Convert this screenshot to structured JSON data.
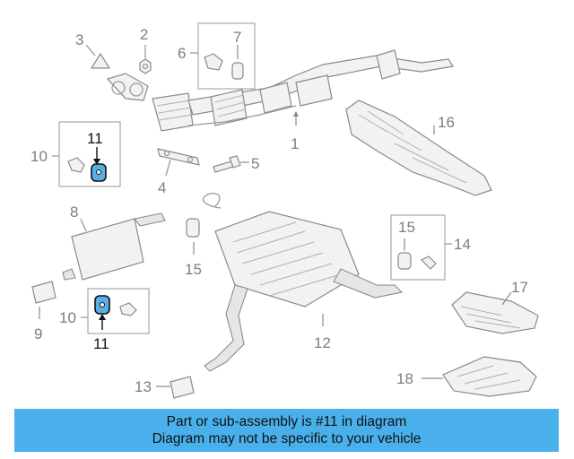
{
  "callouts": {
    "c1": "1",
    "c2": "2",
    "c3": "3",
    "c4": "4",
    "c5": "5",
    "c6": "6",
    "c7": "7",
    "c8": "8",
    "c9": "9",
    "c10a": "10",
    "c10b": "10",
    "c11a": "11",
    "c11b": "11",
    "c12": "12",
    "c13": "13",
    "c14": "14",
    "c15a": "15",
    "c15b": "15",
    "c16": "16",
    "c17": "17",
    "c18": "18"
  },
  "banner": {
    "line1": "Part or sub-assembly is #11 in diagram",
    "line2": "Diagram may not be specific to your vehicle"
  },
  "colors": {
    "highlight": "#5aaee8",
    "banner": "#4ab0ec"
  }
}
